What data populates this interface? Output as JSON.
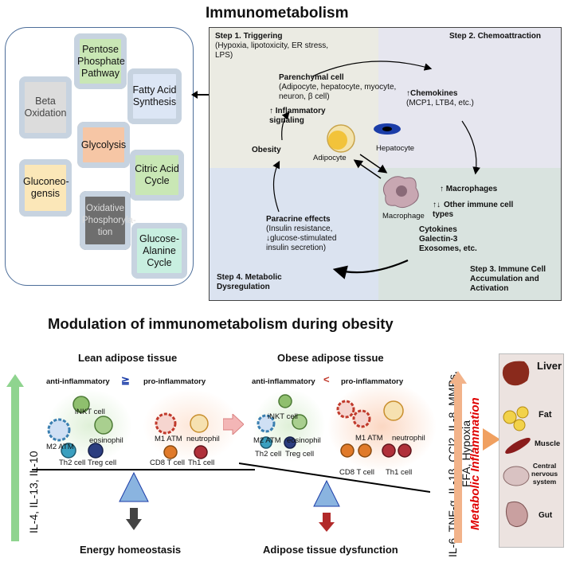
{
  "title_top": "Immunometabolism",
  "pathways": {
    "pentose": "Pentose Phosphate Pathway",
    "fatty_acid": "Fatty Acid Synthesis",
    "beta_oxidation": "Beta Oxidation",
    "glycolysis": "Glycolysis",
    "citric_acid": "Citric Acid Cycle",
    "gluconeo": "Gluconeo- gensis",
    "oxphos": "Oxidative Phosphoryla- tion",
    "glucose_alanine": "Glucose- Alanine Cycle"
  },
  "cycle": {
    "step1_title": "Step 1. Triggering",
    "step1_detail": "(Hypoxia, lipotoxicity, ER stress, LPS)",
    "step2_title": "Step 2. Chemoattraction",
    "step3_title": "Step 3. Immune Cell Accumulation and Activation",
    "step4_title": "Step 4. Metabolic Dysregulation",
    "parenchymal_title": "Parenchymal cell",
    "parenchymal_detail": "(Adipocyte, hepatocyte, myocyte, neuron, β cell)",
    "chemokines_title": "Chemokines",
    "chemokines_detail": "(MCP1, LTB4, etc.)",
    "inflammatory_signaling": "Inflammatory signaling",
    "obesity": "Obesity",
    "adipocyte": "Adipocyte",
    "hepatocyte": "Hepatocyte",
    "macrophage": "Macrophage",
    "macrophages_up": "Macrophages",
    "other_immune": "Other immune cell types",
    "cytokines": "Cytokines",
    "galectin": "Galectin-3",
    "exosomes": "Exosomes, etc.",
    "paracrine_title": "Paracrine effects",
    "paracrine_line1": "(Insulin resistance,",
    "paracrine_line2": "glucose-stimulated",
    "paracrine_line3": "insulin secretion)"
  },
  "title_bottom": "Modulation of immunometabolism during obesity",
  "lean": {
    "title": "Lean adipose tissue",
    "anti": "anti-inflammatory",
    "relation": "≧",
    "pro": "pro-inflammatory",
    "inkt": "iNKT cell",
    "m2": "M2 ATM",
    "eosinophil": "eosinophil",
    "th2": "Th2 cell",
    "treg": "Treg cell",
    "m1": "M1 ATM",
    "neutrophil": "neutrophil",
    "cd8": "CD8 T cell",
    "th1": "Th1 cell",
    "outcome": "Energy homeostasis"
  },
  "obese": {
    "title": "Obese adipose tissue",
    "anti": "anti-inflammatory",
    "relation": "<",
    "pro": "pro-inflammatory",
    "inkt": "iNKT cell",
    "m2": "M2 ATM",
    "eosinophil": "eosinophil",
    "th2": "Th2 cell",
    "treg": "Treg cell",
    "m1": "M1 ATM",
    "neutrophil": "neutrophil",
    "cd8": "CD8 T cell",
    "th1": "Th1 cell",
    "outcome": "Adipose tissue dysfunction"
  },
  "left_cytokines": "IL-4, IL-13, IL-10",
  "right_cytokines_1": "IL-6, TNF-α, IL-1β, CCl2, IL-8, MMPs,",
  "right_cytokines_2": "FFA, Hypoxia",
  "metabolic_inflammation": "Metabolic Inflammation",
  "organs": {
    "liver": "Liver",
    "fat": "Fat",
    "muscle": "Muscle",
    "cns_1": "Central",
    "cns_2": "nervous",
    "cns_3": "system",
    "gut": "Gut"
  },
  "colors": {
    "anti_cell": "#3a7fb0",
    "pro_cell": "#c0392b",
    "red_label": "#e00000",
    "green_arrow": "#8fd48f",
    "orange_arrow": "#f0a060"
  }
}
